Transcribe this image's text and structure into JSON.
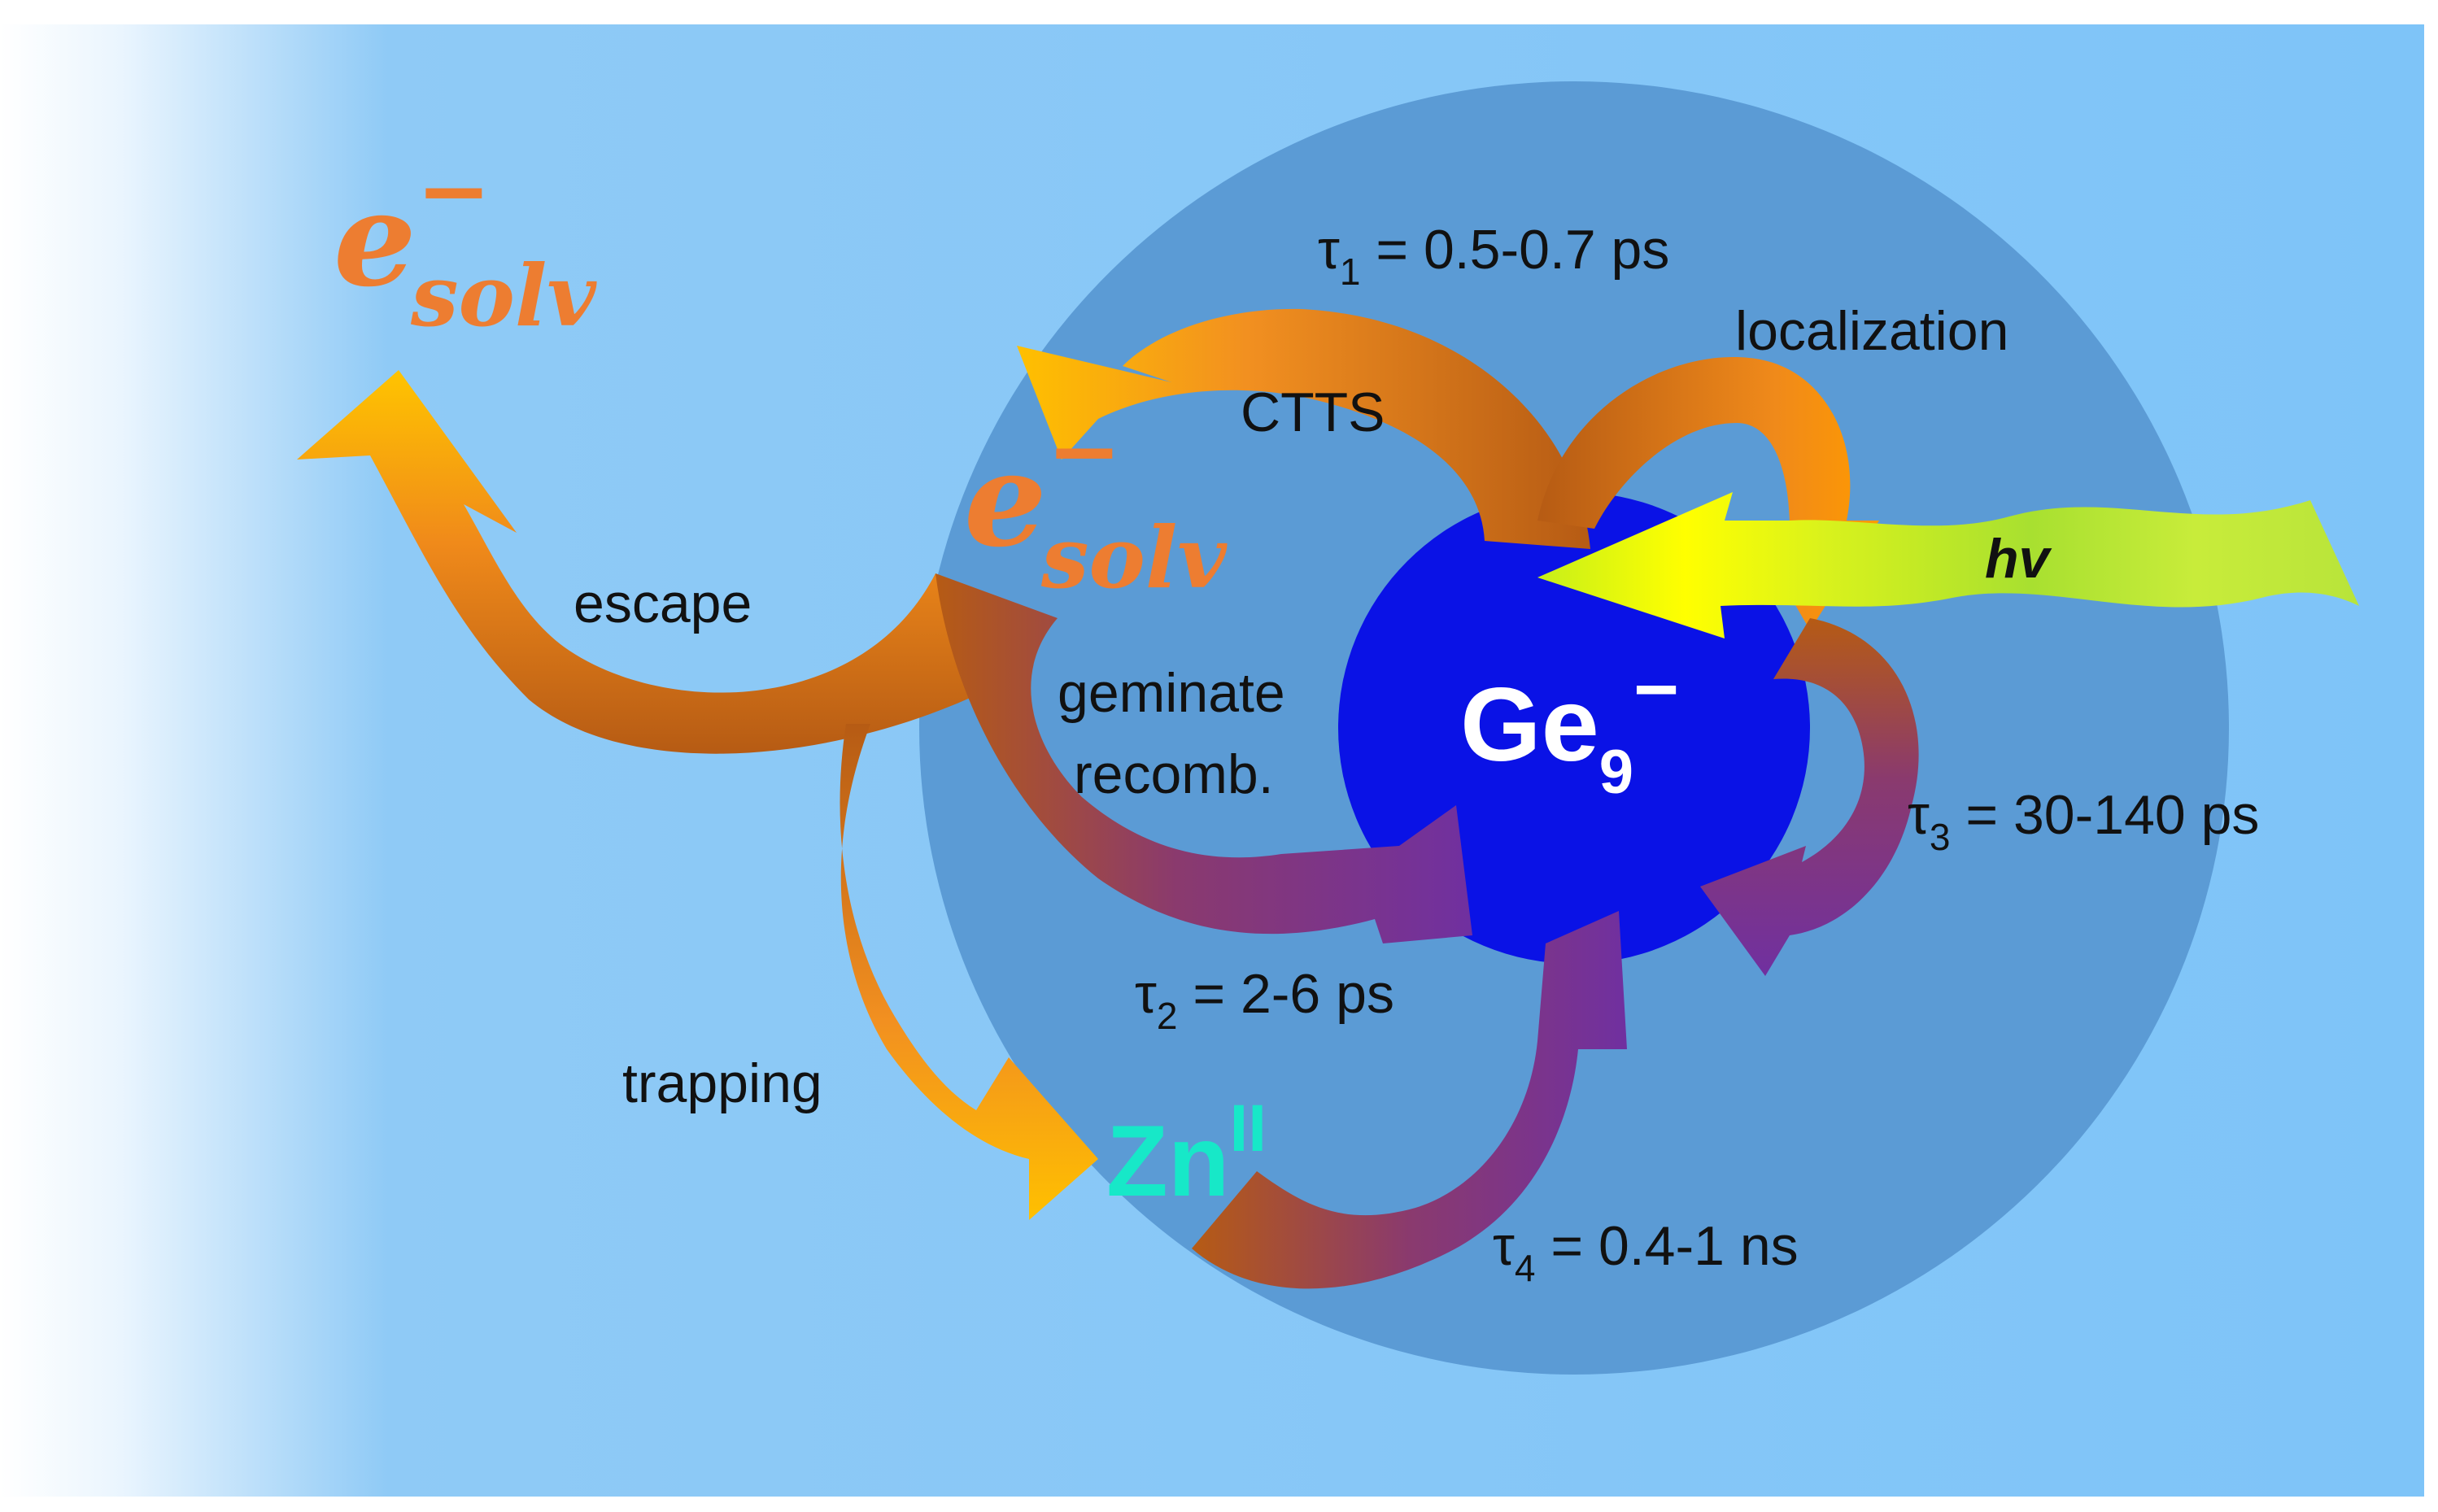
{
  "center_species": {
    "base": "Ge",
    "subscript": "9",
    "charge": "−"
  },
  "solvated_electron": {
    "base": "e",
    "superscript": "−",
    "subscript": "solv"
  },
  "zinc": {
    "base": "Zn",
    "superscript": "II"
  },
  "photon": {
    "label": "hv"
  },
  "processes": {
    "ctts": "CTTS",
    "localization": "localization",
    "escape": "escape",
    "geminate_line1": "geminate",
    "geminate_line2": "recomb.",
    "trapping": "trapping"
  },
  "time_constants": {
    "tau1": {
      "symbol": "τ",
      "index": "1",
      "value": " = 0.5-0.7 ps"
    },
    "tau2": {
      "symbol": "τ",
      "index": "2",
      "value": " = 2-6 ps"
    },
    "tau3": {
      "symbol": "τ",
      "index": "3",
      "value": " = 30-140 ps"
    },
    "tau4": {
      "symbol": "τ",
      "index": "4",
      "value": " = 0.4-1 ns"
    }
  },
  "colors": {
    "background_light": "#7ec4f8",
    "solvation_shell": "#5b9bd5",
    "ge_core": "#0a12e6",
    "orange": "#ed7d31",
    "purple": "#7030a0",
    "zinc_text": "#17e8c8",
    "photon_green": "#a8e030",
    "photon_yellow": "#ffff00"
  }
}
